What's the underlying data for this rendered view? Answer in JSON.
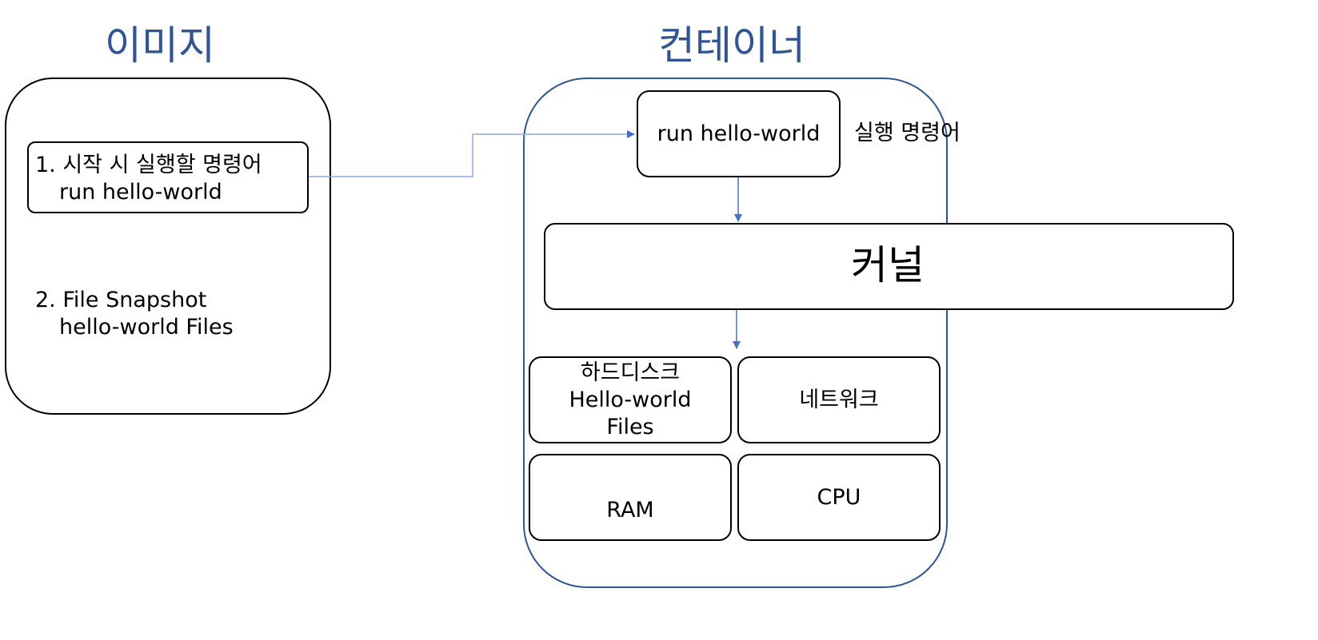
{
  "image_section": {
    "title": "이미지",
    "item1_line1": "1. 시작 시 실행할 명령어",
    "item1_line2": "run hello-world",
    "item2_line1": "2. File Snapshot",
    "item2_line2": "hello-world Files"
  },
  "container_section": {
    "title": "컨테이너",
    "command_box": "run hello-world",
    "command_label": "실행 명령어",
    "kernel": "커널",
    "harddisk_line1": "하드디스크",
    "harddisk_line2": "Hello-world",
    "harddisk_line3": "Files",
    "network": "네트워크",
    "ram": "RAM",
    "cpu": "CPU"
  },
  "colors": {
    "title": "#2f5597",
    "container_border": "#2f5597",
    "arrow": "#4472c4",
    "connector": "#8faadc"
  }
}
